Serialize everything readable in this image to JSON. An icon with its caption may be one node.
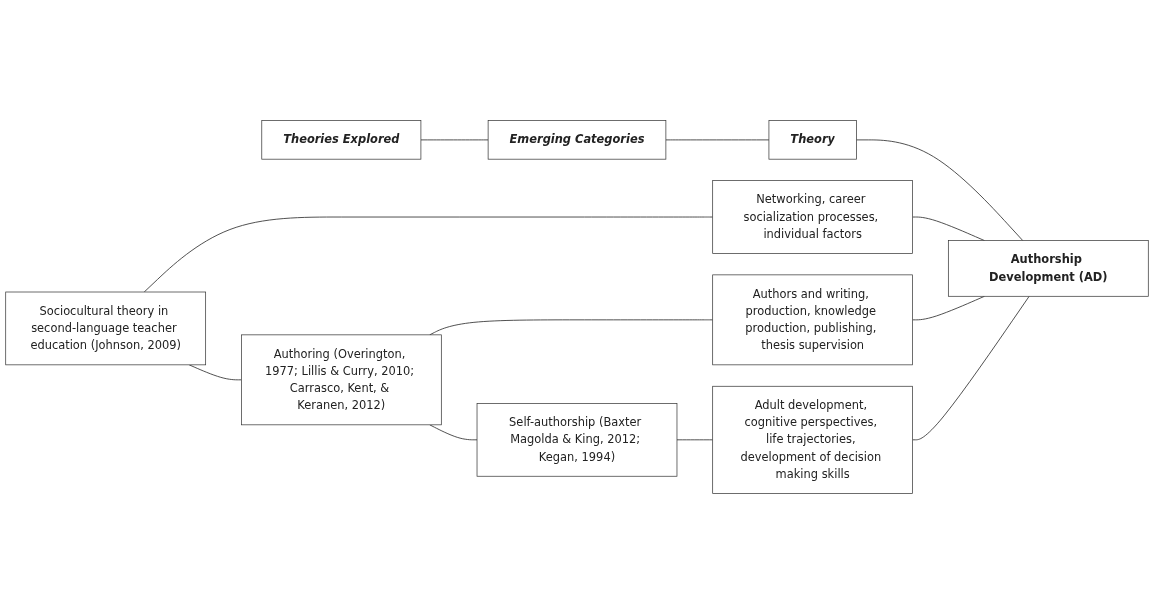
{
  "diagram": {
    "nodes": [
      {
        "text": [
          "Theories Explored"
        ]
      },
      {
        "text": [
          "Emerging Categories"
        ]
      },
      {
        "text": [
          "Theory"
        ]
      },
      {
        "text": [
          "Sociocultural theory in second-language teacher education (Johnson, 2009)"
        ]
      },
      {
        "text": [
          "Networking, career socialization processes, individual factors"
        ]
      },
      {
        "text": [
          "Authoring (Overington, 1977; Lillis & Curry, 2010; Carrasco, Kent, & Keranen, 2012)"
        ]
      },
      {
        "text": [
          "Authors and writing, production, knowledge production, publishing, thesis supervision"
        ]
      },
      {
        "text": [
          "Authorship Development (AD)"
        ]
      },
      {
        "text": [
          "Self-authorship (Baxter Magolda & King, 2012; Kegan, 1994)"
        ]
      },
      {
        "text": [
          "Adult development, cognitive perspectives, life trajectories, development of decision making skills"
        ]
      }
    ],
    "edges": [
      {
        "from": 0,
        "to": 1,
        "arrow": "none"
      },
      {
        "from": 1,
        "to": 2,
        "arrow": "none"
      },
      {
        "from": 3,
        "to": 4,
        "arrow": "none"
      },
      {
        "from": 5,
        "to": 6,
        "arrow": "none"
      },
      {
        "from": 8,
        "to": 9,
        "arrow": "none"
      },
      {
        "from": 2,
        "to": 7,
        "arrow": "none"
      },
      {
        "from": 4,
        "to": 7,
        "arrow": "none"
      },
      {
        "from": 6,
        "to": 7,
        "arrow": "none"
      },
      {
        "from": 9,
        "to": 7,
        "arrow": "none"
      },
      {
        "from": 3,
        "to": 5,
        "arrow": "none"
      },
      {
        "from": 5,
        "to": 8,
        "arrow": "none"
      }
    ]
  }
}
